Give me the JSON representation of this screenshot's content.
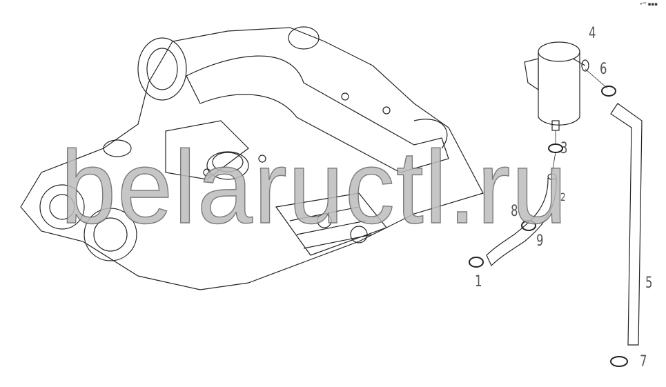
{
  "diagram": {
    "corner_mark": "•⁰⁰ ▪▪▪",
    "watermark": "belaructl.ru",
    "part_labels": [
      "1",
      "2",
      "3",
      "4",
      "5",
      "6",
      "7",
      "8",
      "9"
    ]
  }
}
